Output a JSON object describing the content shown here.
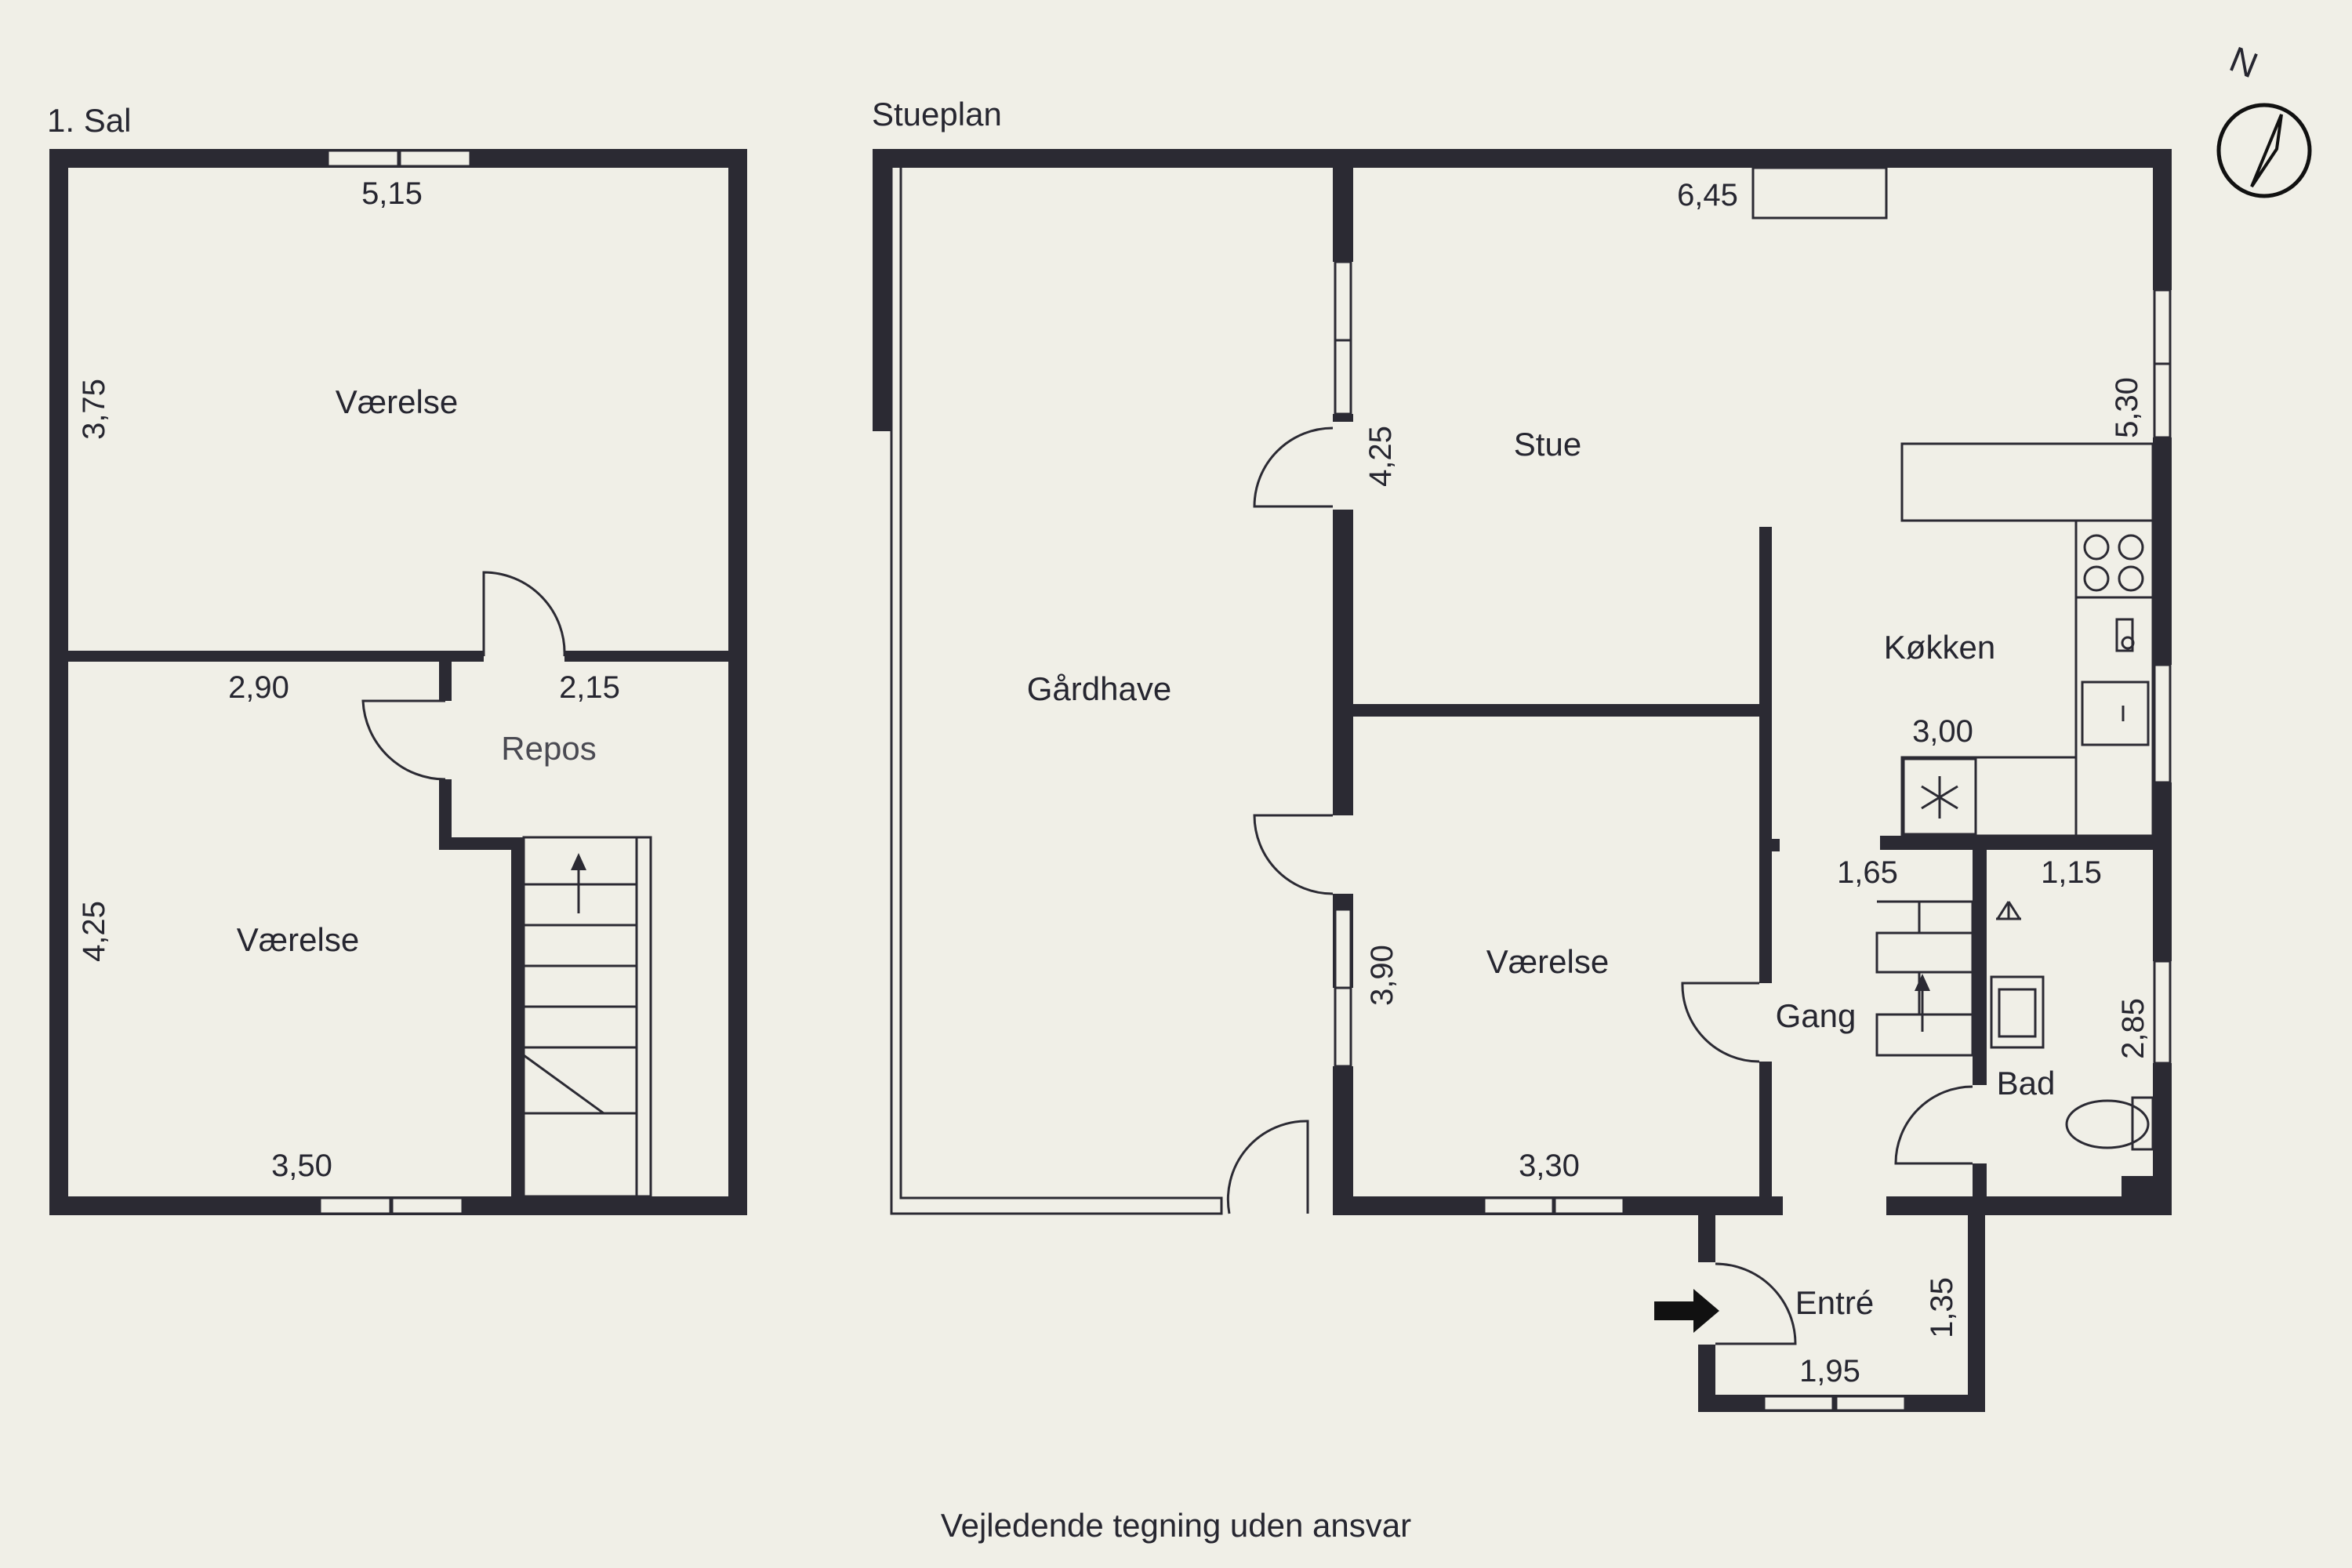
{
  "floors": {
    "upper": {
      "title": "1. Sal",
      "rooms": {
        "room_top": "Værelse",
        "room_bottom": "Værelse",
        "landing": "Repos"
      },
      "dims": {
        "top_width": "5,15",
        "top_height": "3,75",
        "bottom_left_width": "2,90",
        "landing_width": "2,15",
        "bottom_height": "4,25",
        "bottom_width": "3,50"
      }
    },
    "ground": {
      "title": "Stueplan",
      "rooms": {
        "courtyard": "Gårdhave",
        "living": "Stue",
        "kitchen": "Køkken",
        "bedroom": "Værelse",
        "hall": "Gang",
        "bath": "Bad",
        "entry": "Entré"
      },
      "dims": {
        "living_width": "6,45",
        "living_height": "4,25",
        "right_height": "5,30",
        "kitchen_width": "3,00",
        "hall_width": "1,65",
        "bath_width": "1,15",
        "bedroom_height": "3,90",
        "bath_height": "2,85",
        "bedroom_width": "3,30",
        "entry_height": "1,35",
        "entry_width": "1,95"
      }
    }
  },
  "compass": {
    "label": "N"
  },
  "footer": {
    "disclaimer": "Vejledende tegning uden ansvar"
  }
}
